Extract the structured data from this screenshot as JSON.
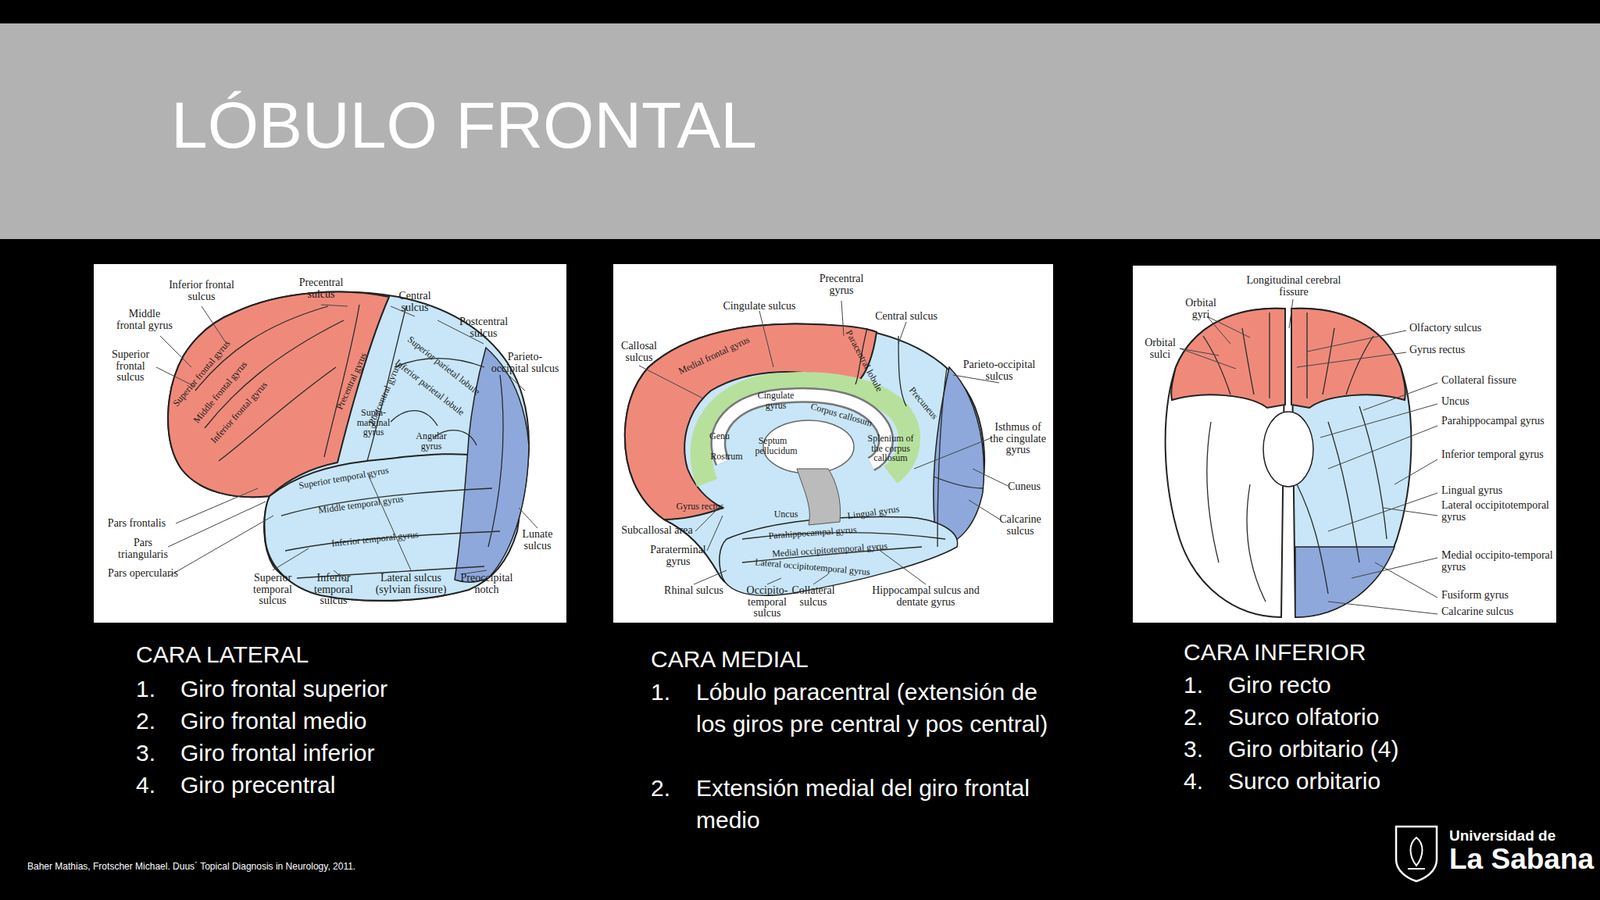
{
  "diagram": {
    "title": "LÓBULO FRONTAL",
    "labels": [
      "Inferior frontal sulcus",
      "Precentral sulcus",
      "Central sulcus",
      "Postcentral sulcus",
      "Parieto-occipital sulcus",
      "Middle frontal gyrus",
      "Superior frontal sulcus",
      "Pars frontalis",
      "Pars triangularis",
      "Pars opercularis",
      "Superior temporal sulcus",
      "Inferior temporal sulcus",
      "Lateral sulcus (sylvian fissure)",
      "Preoccipital notch",
      "Lunate sulcus",
      "Superior frontal gyrus",
      "Middle frontal gyrus",
      "Inferior frontal gyrus",
      "Precentral gyrus",
      "Postcentral gyrus",
      "Superior parietal lobule",
      "Inferior parietal lobule",
      "Supra-marginal gyrus",
      "Angular gyrus",
      "Superior temporal gyrus",
      "Middle temporal gyrus",
      "Inferior temporal gyrus",
      "Precentral gyrus",
      "Cingulate sulcus",
      "Central sulcus",
      "Callosal sulcus",
      "Parieto-occipital sulcus",
      "Isthmus of the cingulate gyrus",
      "Cuneus",
      "Calcarine sulcus",
      "Subcallosal area",
      "Paraterminal gyrus",
      "Rhinal sulcus",
      "Occipito-temporal sulcus",
      "Collateral sulcus",
      "Hippocampal sulcus and dentate gyrus",
      "Medial frontal gyrus",
      "Paracentral lobule",
      "Precuneus",
      "Cingulate gyrus",
      "Corpus callosum",
      "Genu",
      "Rostrum",
      "Septum pellucidum",
      "Splenium of the corpus callosum",
      "Gyrus rectus",
      "Uncus",
      "Parahippocampal gyrus",
      "Lingual gyrus",
      "Medial occipitotemporal gyrus",
      "Lateral occipitotemporal gyrus",
      "Longitudinal cerebral fissure",
      "Orbital gyri",
      "Orbital sulci",
      "Olfactory sulcus",
      "Gyrus rectus",
      "Collateral fissure",
      "Uncus",
      "Parahippocampal gyrus",
      "Inferior temporal gyrus",
      "Lingual gyrus",
      "Lateral occipitotemporal gyrus",
      "Medial occipito-temporal gyrus",
      "Fusiform gyrus",
      "Calcarine sulcus",
      "CARA LATERAL",
      "1.",
      "Giro frontal superior",
      "2.",
      "Giro frontal medio",
      "3.",
      "Giro frontal inferior",
      "4.",
      "Giro precentral",
      "CARA MEDIAL",
      "1.",
      "Lóbulo paracentral (extensión de los giros pre central y pos central)",
      "2.",
      "Extensión medial del giro frontal medio",
      "CARA INFERIOR",
      "1.",
      "Giro recto",
      "2.",
      "Surco olfatorio",
      "3.",
      "Giro orbitario (4)",
      "4.",
      "Surco orbitario",
      "Baher Mathias, Frotscher Michael. Duus´ Topical Diagnosis in Neurology, 2011.",
      "Universidad de",
      "La Sabana"
    ]
  }
}
